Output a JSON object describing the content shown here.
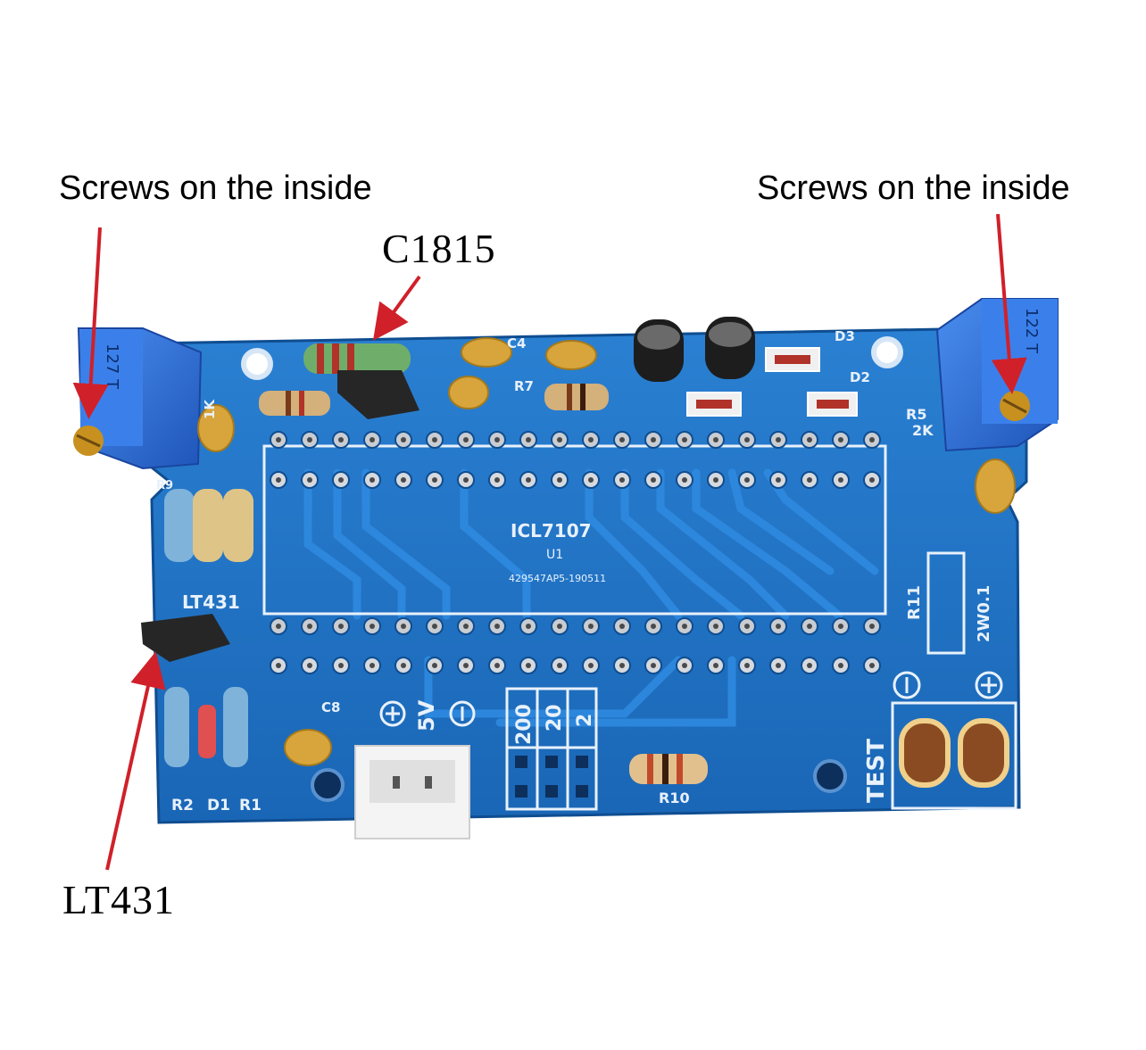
{
  "colors": {
    "annotation": "#d0202a",
    "board": "#1f72c4",
    "board_dark": "#155aa3",
    "silkscreen": "#e8f1fb",
    "pad": "#c9cdd2",
    "pot": "#2f6fd6",
    "cap_yellow": "#d8a43c",
    "connector": "#f4f4f4"
  },
  "annotations": {
    "left_screws": "Screws on the inside",
    "right_screws": "Screws on the inside",
    "c1815": "C1815",
    "lt431": "LT431"
  },
  "board": {
    "chip_name": "ICL7107",
    "chip_ref": "U1",
    "chip_code": "429547AP5-190511",
    "lt431_silk": "LT431",
    "range_labels": [
      "200",
      "20",
      "2"
    ],
    "power_label": "5V",
    "test_label": "TEST",
    "r10": "R10",
    "r11": "R11",
    "r11_value": "2W0.1",
    "r5": "R5",
    "r5_value": "2K",
    "r2": "R2",
    "d1": "D1",
    "r1": "R1",
    "d2": "D2",
    "d3": "D3",
    "c8": "C8",
    "c4": "C4",
    "r7": "R7",
    "pot_left": "127 T",
    "pot_right": "122 T",
    "res_1k": "1K",
    "r9": "R9"
  }
}
